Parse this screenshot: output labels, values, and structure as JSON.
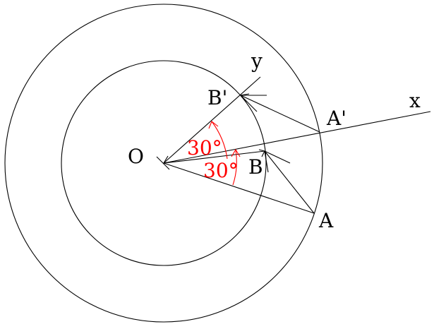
{
  "colors": {
    "line": "#000000",
    "angle": "#ff0000",
    "background": "#ffffff"
  },
  "labels": {
    "origin": "O",
    "x_axis": "x",
    "y_axis": "y",
    "point_a": "A",
    "point_a_prime": "A'",
    "point_b": "B",
    "point_b_prime": "B'"
  },
  "angles": {
    "upper": "30°",
    "lower": "30°"
  }
}
